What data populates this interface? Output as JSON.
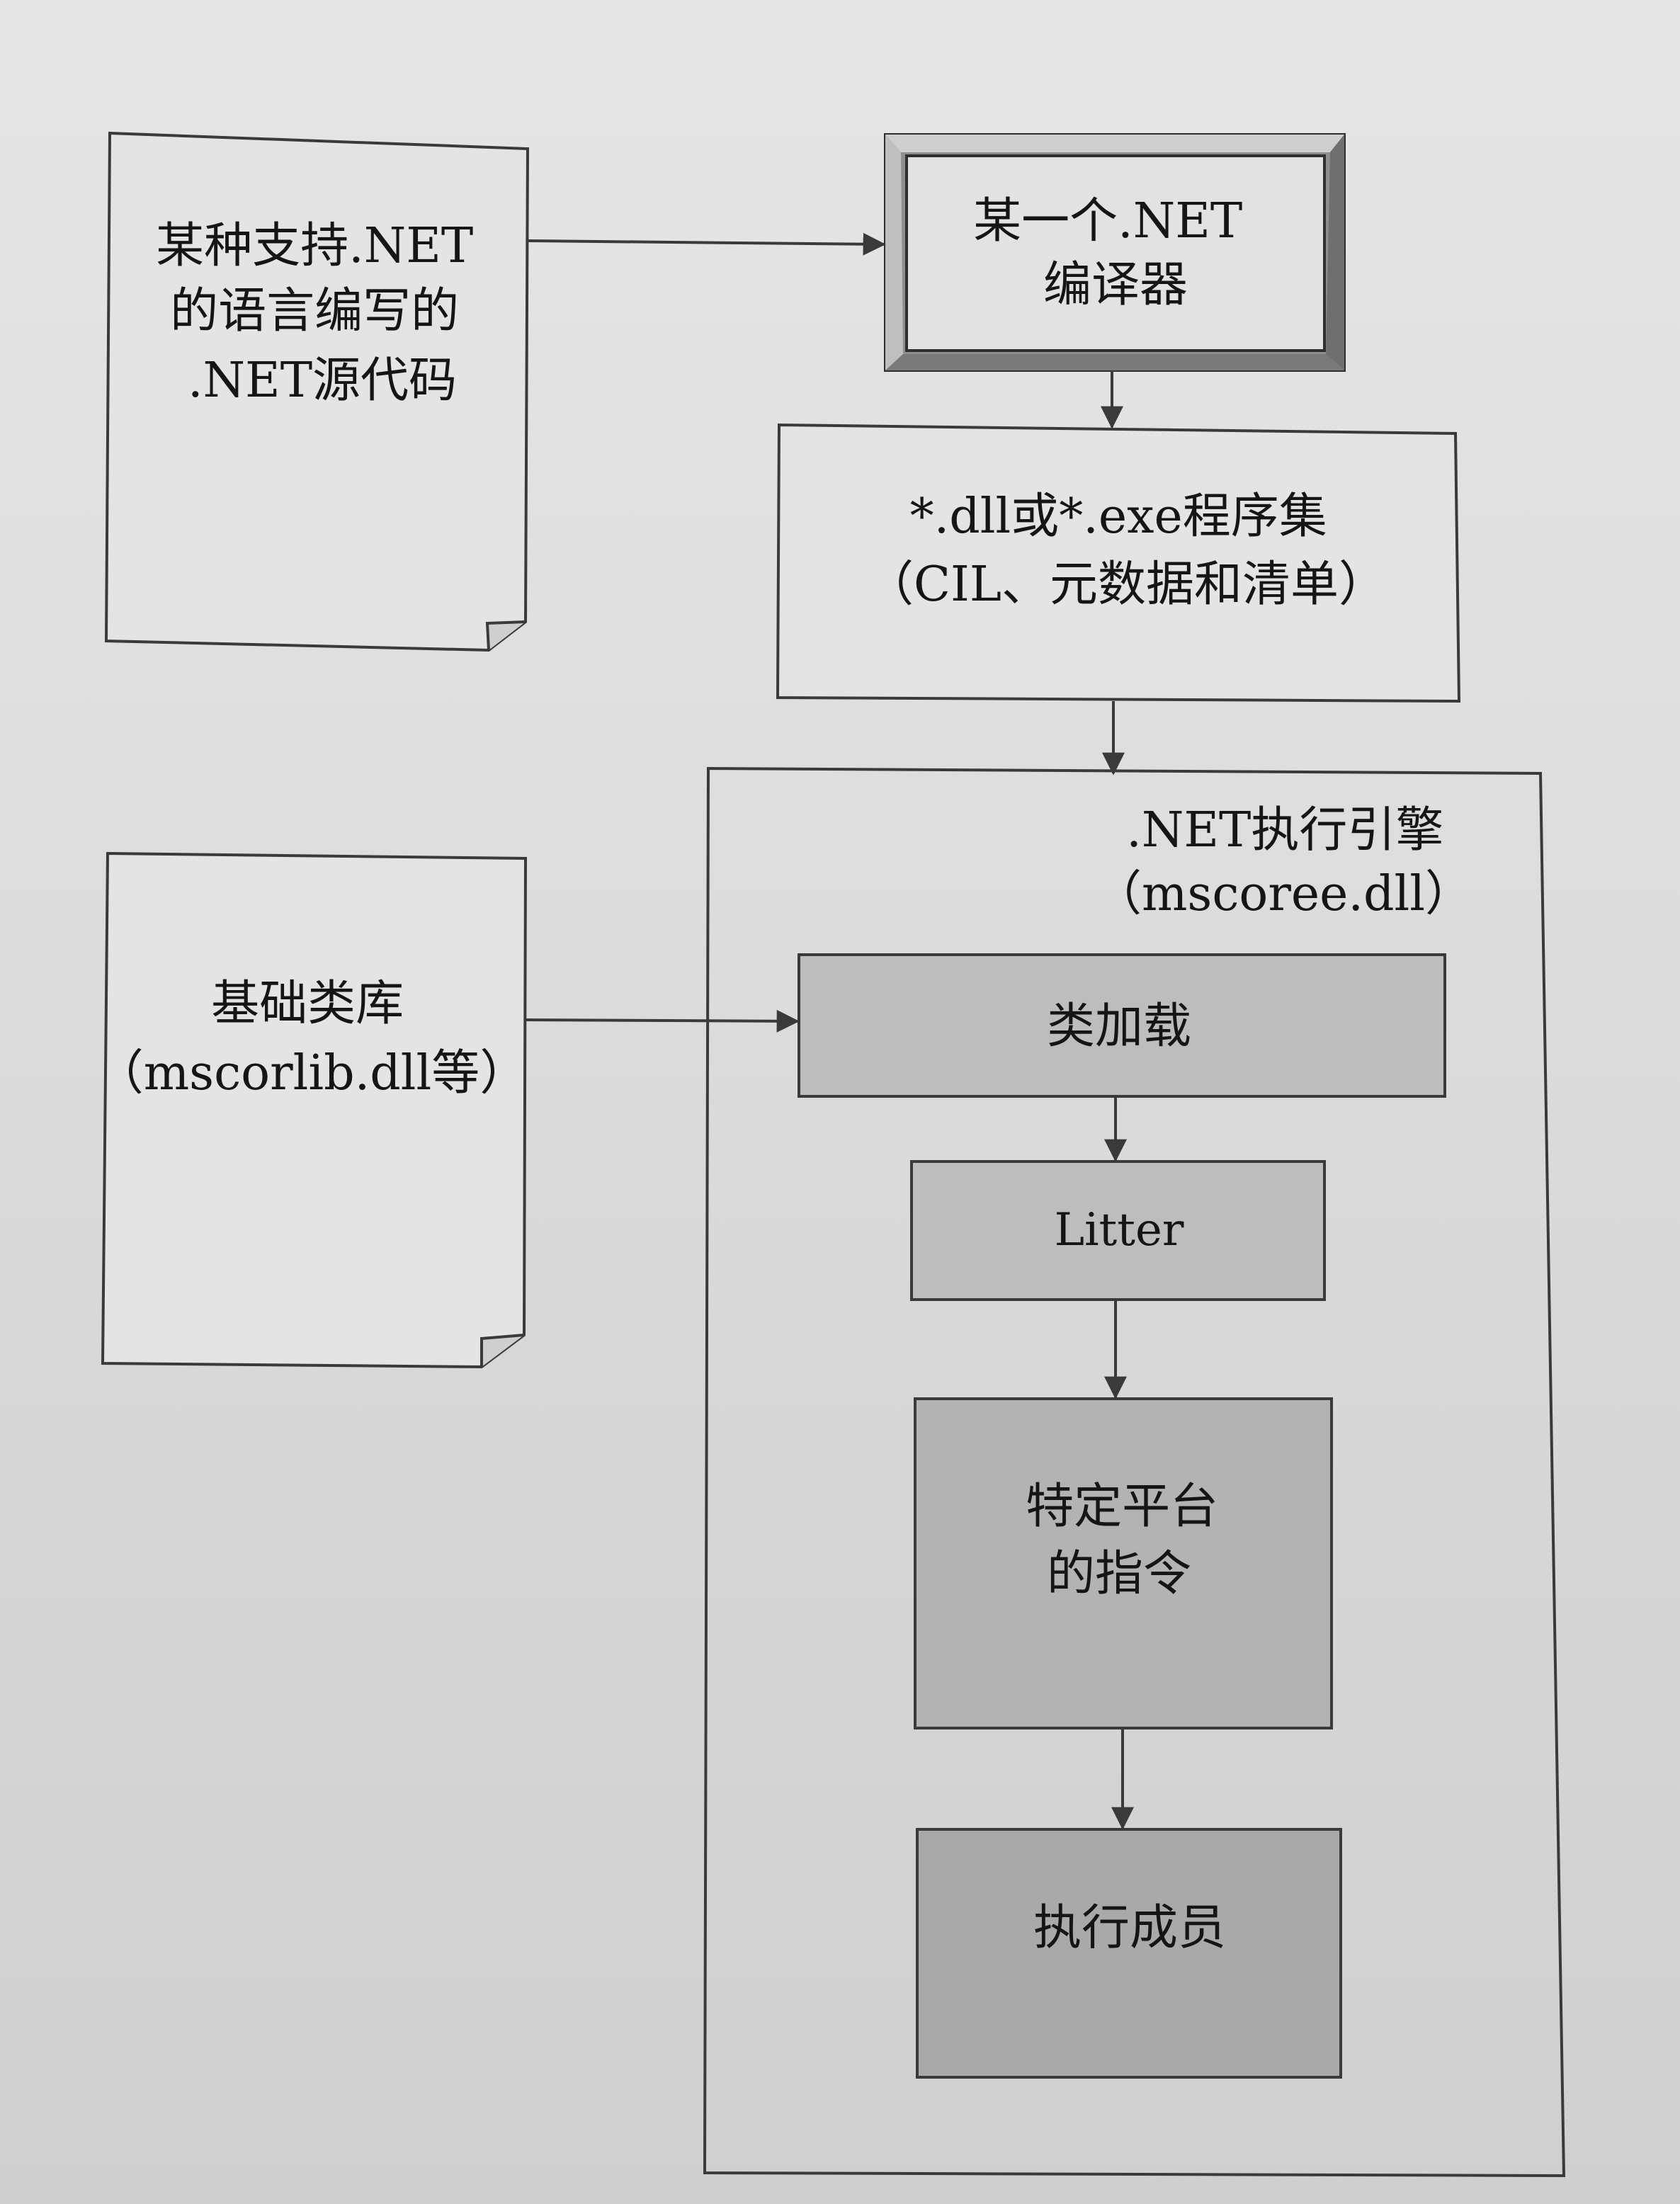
{
  "nodes": {
    "source_code": {
      "lines": [
        "某种支持.NET",
        "的语言编写的",
        ".NET源代码"
      ]
    },
    "compiler": {
      "lines": [
        "某一个.NET",
        "编译器"
      ]
    },
    "assembly": {
      "lines": [
        "*.dll或*.exe程序集",
        "（CIL、元数据和清单）"
      ]
    },
    "engine": {
      "lines": [
        ".NET执行引擎",
        "（mscoree.dll）"
      ]
    },
    "base_library": {
      "lines": [
        "基础类库",
        "（mscorlib.dll等）"
      ]
    },
    "class_loader": {
      "lines": [
        "类加载"
      ]
    },
    "jitter": {
      "lines": [
        "Litter"
      ]
    },
    "platform_instructions": {
      "lines": [
        "特定平台",
        "的指令"
      ]
    },
    "execute_member": {
      "lines": [
        "执行成员"
      ]
    }
  },
  "colors": {
    "page": "#d9d9d9",
    "box_light": "#e4e4e4",
    "box_mid": "#bdbdbd",
    "box_dark": "#a9a9a9",
    "stroke": "#3a3a3a",
    "text": "#151515"
  }
}
